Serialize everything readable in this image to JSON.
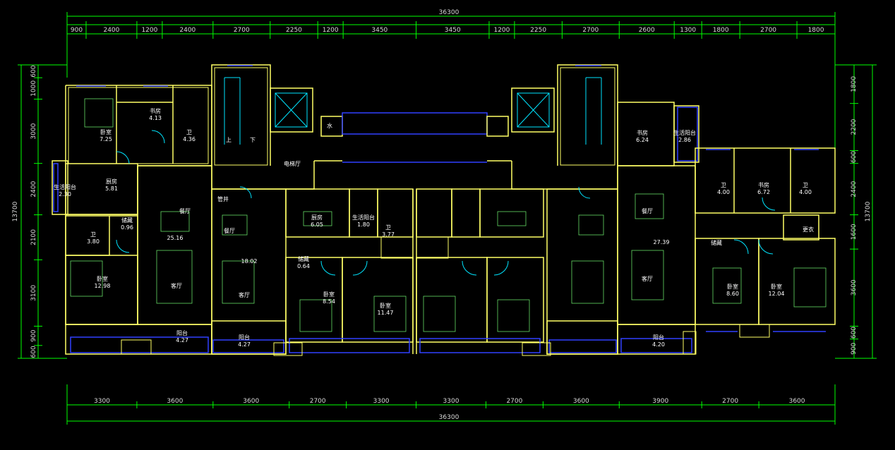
{
  "overall_dimension": "36300",
  "top_dimensions": [
    "900",
    "2400",
    "1200",
    "2400",
    "2700",
    "2250",
    "1200",
    "3450",
    "3450",
    "1200",
    "2250",
    "2700",
    "2600",
    "1300",
    "1800",
    "2700",
    "1800"
  ],
  "bottom_dimensions": [
    "3300",
    "3600",
    "3600",
    "2700",
    "3300",
    "3300",
    "2700",
    "3600",
    "3900",
    "2700",
    "3600"
  ],
  "left_dimensions": [
    "600",
    "1000",
    "3000",
    "2400",
    "2100",
    "3100",
    "900",
    "600"
  ],
  "left_total": "13700",
  "right_dimensions": [
    "1800",
    "2200",
    "600",
    "2400",
    "1600",
    "3600",
    "600",
    "900"
  ],
  "right_total": "13700",
  "rooms": [
    {
      "name": "书房",
      "area": "4.13"
    },
    {
      "name": "卧室",
      "area": "7.25"
    },
    {
      "name": "卫",
      "area": "4.36"
    },
    {
      "name": "生活阳台",
      "area": "2.30"
    },
    {
      "name": "厨房",
      "area": "5.81"
    },
    {
      "name": "储藏",
      "area": "0.96"
    },
    {
      "name": "卫",
      "area": "3.80"
    },
    {
      "name": "餐厅",
      "area": ""
    },
    {
      "name": "",
      "area": "25.16"
    },
    {
      "name": "卧室",
      "area": "12.98"
    },
    {
      "name": "客厅",
      "area": ""
    },
    {
      "name": "阳台",
      "area": "4.27"
    },
    {
      "name": "电梯厅",
      "area": ""
    },
    {
      "name": "水",
      "area": ""
    },
    {
      "name": "上",
      "area": ""
    },
    {
      "name": "下",
      "area": ""
    },
    {
      "name": "管井",
      "area": ""
    },
    {
      "name": "餐厅",
      "area": ""
    },
    {
      "name": "",
      "area": "18.02"
    },
    {
      "name": "客厅",
      "area": ""
    },
    {
      "name": "阳台",
      "area": "4.27"
    },
    {
      "name": "储藏",
      "area": "0.64"
    },
    {
      "name": "厨房",
      "area": "6.05"
    },
    {
      "name": "生活阳台",
      "area": "1.80"
    },
    {
      "name": "卫",
      "area": "3.77"
    },
    {
      "name": "卧室",
      "area": "8.54"
    },
    {
      "name": "卧室",
      "area": "11.47"
    },
    {
      "name": "书房",
      "area": "6.24"
    },
    {
      "name": "生活阳台",
      "area": "2.86"
    },
    {
      "name": "卫",
      "area": "4.00"
    },
    {
      "name": "书房",
      "area": "6.72"
    },
    {
      "name": "卫",
      "area": "4.00"
    },
    {
      "name": "更衣",
      "area": ""
    },
    {
      "name": "餐厅",
      "area": ""
    },
    {
      "name": "",
      "area": "27.39"
    },
    {
      "name": "客厅",
      "area": ""
    },
    {
      "name": "阳台",
      "area": "4.20"
    },
    {
      "name": "储藏",
      "area": ""
    },
    {
      "name": "卧室",
      "area": "8.60"
    },
    {
      "name": "卧室",
      "area": "12.04"
    }
  ],
  "colors": {
    "background": "#000000",
    "dimension_lines": "#00ff00",
    "walls": "#ffff66",
    "windows": "#3040ff",
    "doors": "#00e5ff",
    "furniture": "#66dd66",
    "text": "#ffffff"
  }
}
